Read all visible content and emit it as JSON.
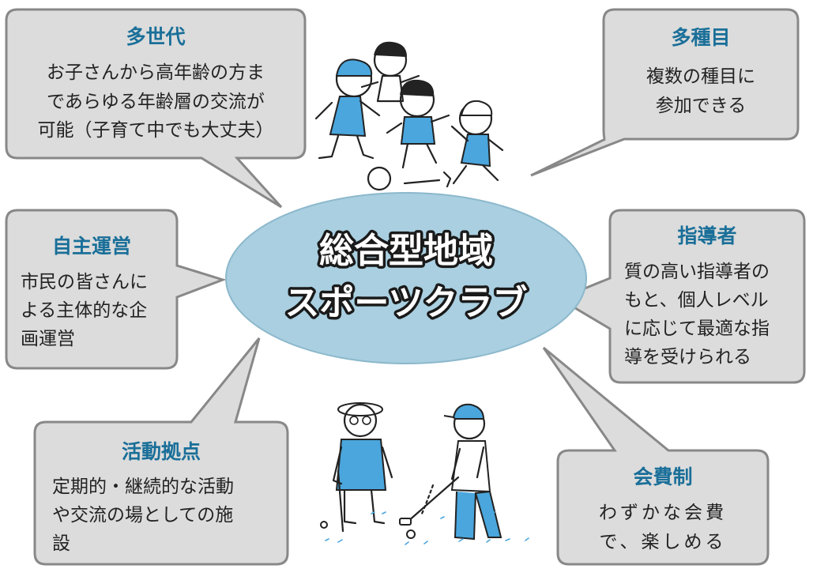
{
  "colors": {
    "bubble_fill": "#dcdcdc",
    "bubble_stroke": "#888888",
    "title": "#1a6f99",
    "center_fill": "#a9cfe0",
    "shirt": "#4aa6dd",
    "cap": "#4aa6dd"
  },
  "center": {
    "line1": "総合型地域",
    "line2": "スポーツクラブ"
  },
  "bubbles": {
    "multi_generation": {
      "title": "多世代",
      "lines": [
        "お子さんから高年齢の方ま",
        "であらゆる年齢層の交流が",
        "可能（子育て中でも大丈夫）"
      ]
    },
    "multi_event": {
      "title": "多種目",
      "lines": [
        "複数の種目に",
        "参加できる"
      ]
    },
    "self_management": {
      "title": "自主運営",
      "lines": [
        "市民の皆さんに",
        "よる主体的な企",
        "画運営"
      ]
    },
    "instructor": {
      "title": "指導者",
      "lines": [
        "質の高い指導者の",
        "もと、個人レベル",
        "に応じて最適な指",
        "導を受けられる"
      ]
    },
    "activity_base": {
      "title": "活動拠点",
      "lines": [
        "定期的・継続的な活動",
        "や交流の場としての施",
        "設"
      ]
    },
    "membership_fee": {
      "title": "会費制",
      "lines": [
        "わずかな会費",
        "で、楽しめる"
      ]
    }
  },
  "illustrations": {
    "top": "children-playing-ball-icon",
    "bottom": "seniors-playing-ground-golf-icon"
  }
}
